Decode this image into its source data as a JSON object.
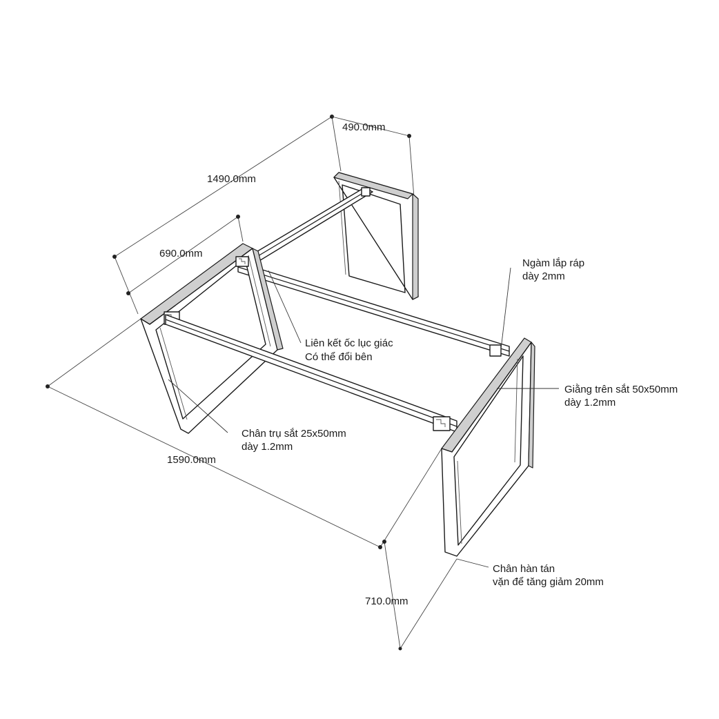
{
  "dimensions": {
    "length_top": "1490.0mm",
    "width_top": "490.0mm",
    "width_left": "690.0mm",
    "length_bottom": "1590.0mm",
    "height": "710.0mm"
  },
  "notes": {
    "hex_bolt_line1": "Liên kết ốc lục giác",
    "hex_bolt_line2": "Có thể đổi bên",
    "recess_line1": "Ngàm lắp ráp",
    "recess_line2": "dày 2mm",
    "top_brace_line1": "Giằng trên sắt 50x50mm",
    "top_brace_line2": "dày 1.2mm",
    "leg_post_line1": "Chân trụ sắt 25x50mm",
    "leg_post_line2": "dày 1.2mm",
    "foot_line1": "Chân hàn tán",
    "foot_line2": "vặn để tăng giảm 20mm"
  }
}
